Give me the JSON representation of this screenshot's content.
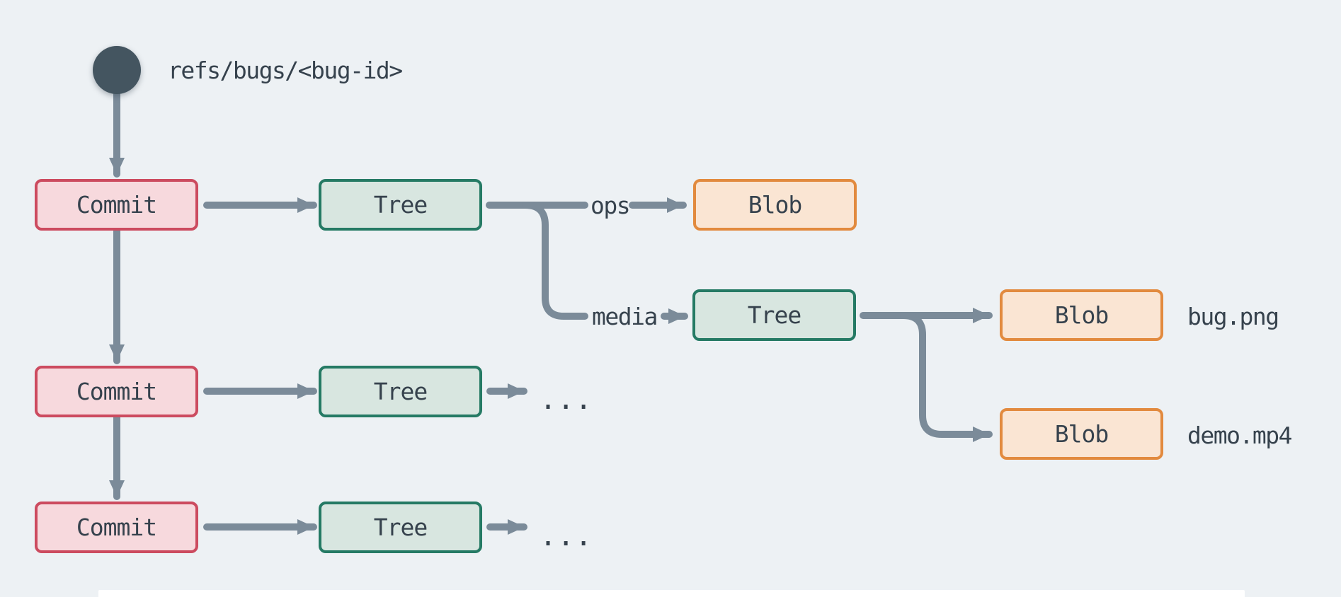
{
  "ref": {
    "label": "refs/bugs/<bug-id>"
  },
  "nodes": {
    "commit1": {
      "label": "Commit"
    },
    "tree1": {
      "label": "Tree"
    },
    "blob_ops": {
      "label": "Blob"
    },
    "tree_media": {
      "label": "Tree"
    },
    "blob_bug": {
      "label": "Blob"
    },
    "commit2": {
      "label": "Commit"
    },
    "tree2": {
      "label": "Tree"
    },
    "blob_demo": {
      "label": "Blob"
    },
    "commit3": {
      "label": "Commit"
    },
    "tree3": {
      "label": "Tree"
    }
  },
  "edge_labels": {
    "ops": "ops",
    "media": "media"
  },
  "file_labels": {
    "bug": "bug.png",
    "demo": "demo.mp4"
  },
  "ellipsis": {
    "row2": "...",
    "row3": "..."
  },
  "colors": {
    "bg": "#edf1f4",
    "line": "#7b8b99",
    "ink": "#36424d",
    "node": "#445560",
    "commit_fill": "#f7d9dd",
    "commit_border": "#cc4b5f",
    "tree_fill": "#d8e6e0",
    "tree_border": "#257a64",
    "blob_fill": "#fae5d3",
    "blob_border": "#e28a3e"
  }
}
